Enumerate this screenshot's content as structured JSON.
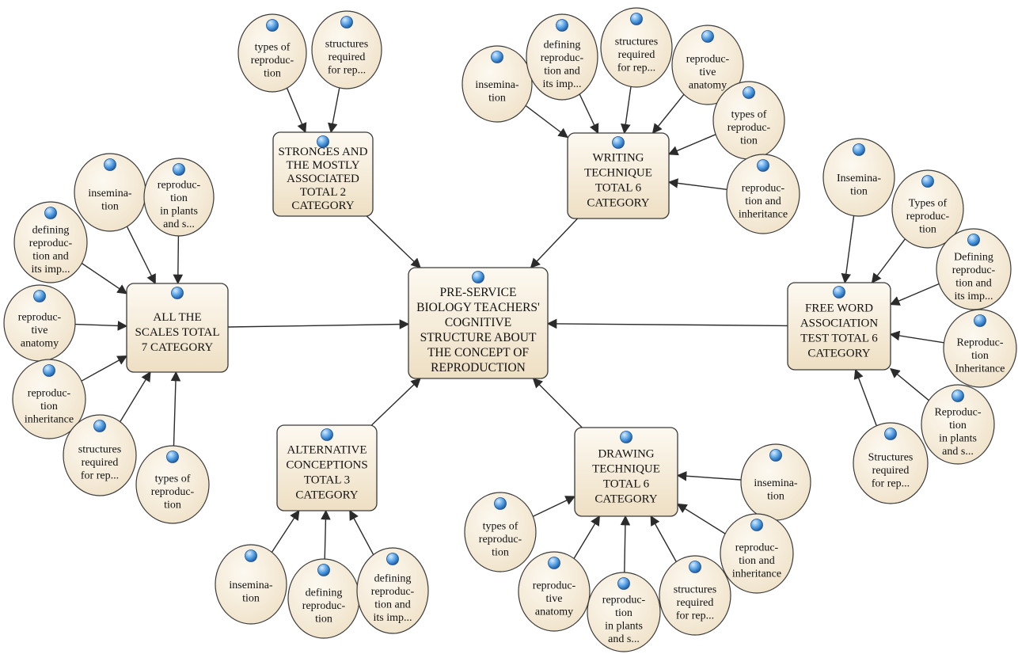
{
  "diagram": {
    "central": {
      "id": "central",
      "lines": [
        "PRE-SERVICE",
        "BIOLOGY TEACHERS'",
        "COGNITIVE",
        "STRUCTURE ABOUT",
        "THE CONCEPT OF",
        "REPRODUCTION"
      ]
    },
    "categories": [
      {
        "id": "all-scales",
        "lines": [
          "ALL THE",
          "SCALES TOTAL",
          "7 CATEGORY"
        ]
      },
      {
        "id": "stronges",
        "lines": [
          "STRONGES AND",
          "THE MOSTLY",
          "ASSOCIATED",
          "TOTAL 2",
          "CATEGORY"
        ]
      },
      {
        "id": "writing",
        "lines": [
          "WRITING",
          "TECHNIQUE",
          "TOTAL 6",
          "CATEGORY"
        ]
      },
      {
        "id": "free-word",
        "lines": [
          "FREE WORD",
          "ASSOCIATION",
          "TEST TOTAL 6",
          "CATEGORY"
        ]
      },
      {
        "id": "drawing",
        "lines": [
          "DRAWING",
          "TECHNIQUE",
          "TOTAL 6",
          "CATEGORY"
        ]
      },
      {
        "id": "alternative",
        "lines": [
          "ALTERNATIVE",
          "CONCEPTIONS",
          "TOTAL 3",
          "CATEGORY"
        ]
      }
    ],
    "leaves": [
      {
        "id": "all-insemination",
        "parent": "all-scales",
        "lines": [
          "insemina-",
          "tion"
        ]
      },
      {
        "id": "all-plants",
        "parent": "all-scales",
        "lines": [
          "reproduc-",
          "tion",
          "in plants",
          "and s..."
        ]
      },
      {
        "id": "all-defining",
        "parent": "all-scales",
        "lines": [
          "defining",
          "reproduc-",
          "tion and",
          "its imp..."
        ]
      },
      {
        "id": "all-anatomy",
        "parent": "all-scales",
        "lines": [
          "reproduc-",
          "tive",
          "anatomy"
        ]
      },
      {
        "id": "all-inheritance",
        "parent": "all-scales",
        "lines": [
          "reproduc-",
          "tion",
          "inheritance"
        ]
      },
      {
        "id": "all-structures",
        "parent": "all-scales",
        "lines": [
          "structures",
          "required",
          "for rep..."
        ]
      },
      {
        "id": "all-types",
        "parent": "all-scales",
        "lines": [
          "types of",
          "reproduc-",
          "tion"
        ]
      },
      {
        "id": "str-types",
        "parent": "stronges",
        "lines": [
          "types of",
          "reproduc-",
          "tion"
        ]
      },
      {
        "id": "str-structures",
        "parent": "stronges",
        "lines": [
          "structures",
          "required",
          "for rep..."
        ]
      },
      {
        "id": "wr-insemination",
        "parent": "writing",
        "lines": [
          "insemina-",
          "tion"
        ]
      },
      {
        "id": "wr-defining",
        "parent": "writing",
        "lines": [
          "defining",
          "reproduc-",
          "tion and",
          "its imp..."
        ]
      },
      {
        "id": "wr-structures",
        "parent": "writing",
        "lines": [
          "structures",
          "required",
          "for rep..."
        ]
      },
      {
        "id": "wr-anatomy",
        "parent": "writing",
        "lines": [
          "reproduc-",
          "tive",
          "anatomy"
        ]
      },
      {
        "id": "wr-types",
        "parent": "writing",
        "lines": [
          "types of",
          "reproduc-",
          "tion"
        ]
      },
      {
        "id": "wr-inheritance",
        "parent": "writing",
        "lines": [
          "reproduc-",
          "tion and",
          "inheritance"
        ]
      },
      {
        "id": "fw-insemination",
        "parent": "free-word",
        "lines": [
          "Insemina-",
          "tion"
        ]
      },
      {
        "id": "fw-types",
        "parent": "free-word",
        "lines": [
          "Types of",
          "reproduc-",
          "tion"
        ]
      },
      {
        "id": "fw-defining",
        "parent": "free-word",
        "lines": [
          "Defining",
          "reproduc-",
          "tion and",
          "its imp..."
        ]
      },
      {
        "id": "fw-inheritance",
        "parent": "free-word",
        "lines": [
          "Reproduc-",
          "tion",
          "Inheritance"
        ]
      },
      {
        "id": "fw-plants",
        "parent": "free-word",
        "lines": [
          "Reproduc-",
          "tion",
          "in plants",
          "and s..."
        ]
      },
      {
        "id": "fw-structures",
        "parent": "free-word",
        "lines": [
          "Structures",
          "required",
          "for rep..."
        ]
      },
      {
        "id": "dr-insemination",
        "parent": "drawing",
        "lines": [
          "insemina-",
          "tion"
        ]
      },
      {
        "id": "dr-inheritance",
        "parent": "drawing",
        "lines": [
          "reproduc-",
          "tion and",
          "inheritance"
        ]
      },
      {
        "id": "dr-structures",
        "parent": "drawing",
        "lines": [
          "structures",
          "required",
          "for rep..."
        ]
      },
      {
        "id": "dr-plants",
        "parent": "drawing",
        "lines": [
          "reproduc-",
          "tion",
          "in plants",
          "and s..."
        ]
      },
      {
        "id": "dr-anatomy",
        "parent": "drawing",
        "lines": [
          "reproduc-",
          "tive",
          "anatomy"
        ]
      },
      {
        "id": "dr-types",
        "parent": "drawing",
        "lines": [
          "types of",
          "reproduc-",
          "tion"
        ]
      },
      {
        "id": "alt-insemination",
        "parent": "alternative",
        "lines": [
          "insemina-",
          "tion"
        ]
      },
      {
        "id": "alt-defining",
        "parent": "alternative",
        "lines": [
          "defining",
          "reproduc-",
          "tion"
        ]
      },
      {
        "id": "alt-defining-imp",
        "parent": "alternative",
        "lines": [
          "defining",
          "reproduc-",
          "tion and",
          "its imp..."
        ]
      }
    ]
  },
  "colors": {
    "node_fill": "#f4ead8",
    "node_fill_light": "#fbf6ec",
    "node_stroke": "#3a3a3a",
    "edge": "#2b2b2b",
    "bubble": "#3f8fd6",
    "bubble_highlight": "#d9ecff"
  }
}
